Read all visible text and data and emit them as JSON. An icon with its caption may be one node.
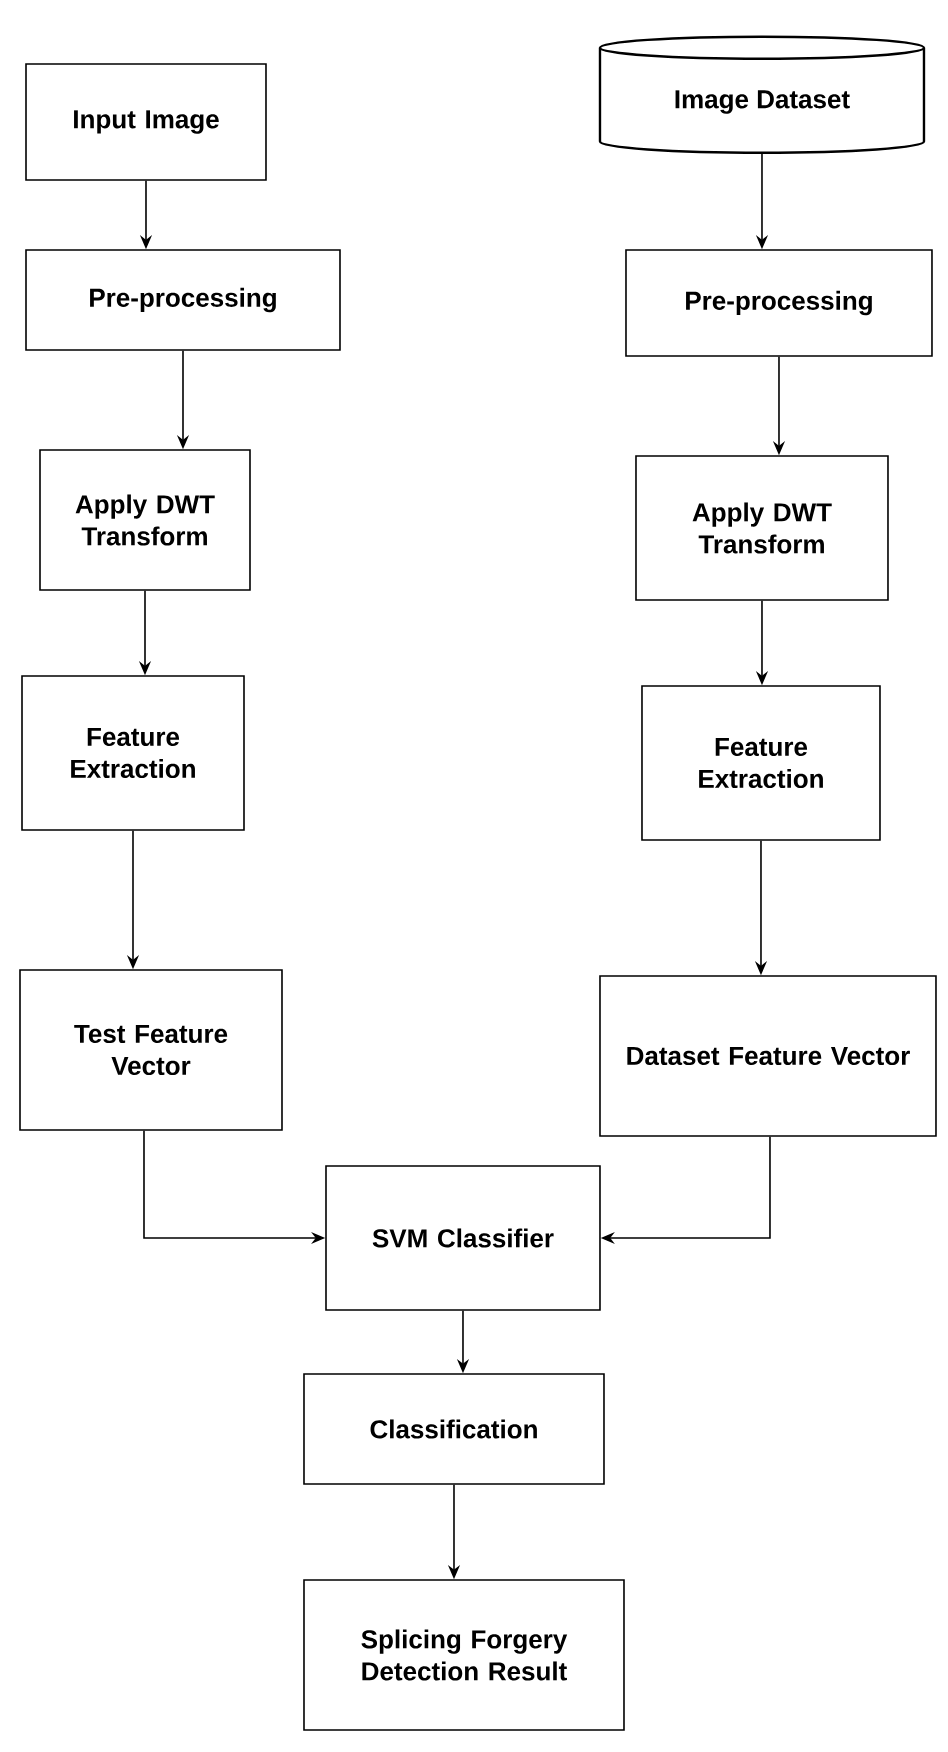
{
  "diagram": {
    "nodes": [
      {
        "text": [
          "Input Image"
        ]
      },
      {
        "text": [
          "Image Dataset"
        ]
      },
      {
        "text": [
          "Pre-processing"
        ]
      },
      {
        "text": [
          "Pre-processing"
        ]
      },
      {
        "text": [
          "Apply DWT Transform"
        ]
      },
      {
        "text": [
          "Apply DWT Transform"
        ]
      },
      {
        "text": [
          "Feature Extraction"
        ]
      },
      {
        "text": [
          "Feature Extraction"
        ]
      },
      {
        "text": [
          "Test Feature Vector"
        ]
      },
      {
        "text": [
          "Dataset Feature Vector"
        ]
      },
      {
        "text": [
          "SVM Classifier"
        ]
      },
      {
        "text": [
          "Classification"
        ]
      },
      {
        "text": [
          "Splicing Forgery Detection Result"
        ]
      }
    ],
    "edges": [
      {
        "from": 0,
        "to": 2,
        "arrow": "to"
      },
      {
        "from": 2,
        "to": 4,
        "arrow": "to"
      },
      {
        "from": 4,
        "to": 6,
        "arrow": "to"
      },
      {
        "from": 6,
        "to": 8,
        "arrow": "to"
      },
      {
        "from": 1,
        "to": 3,
        "arrow": "to"
      },
      {
        "from": 3,
        "to": 5,
        "arrow": "to"
      },
      {
        "from": 5,
        "to": 7,
        "arrow": "to"
      },
      {
        "from": 7,
        "to": 9,
        "arrow": "to"
      },
      {
        "from": 8,
        "to": 10,
        "arrow": "to"
      },
      {
        "from": 9,
        "to": 10,
        "arrow": "to"
      },
      {
        "from": 10,
        "to": 11,
        "arrow": "to"
      },
      {
        "from": 11,
        "to": 12,
        "arrow": "to"
      }
    ]
  }
}
